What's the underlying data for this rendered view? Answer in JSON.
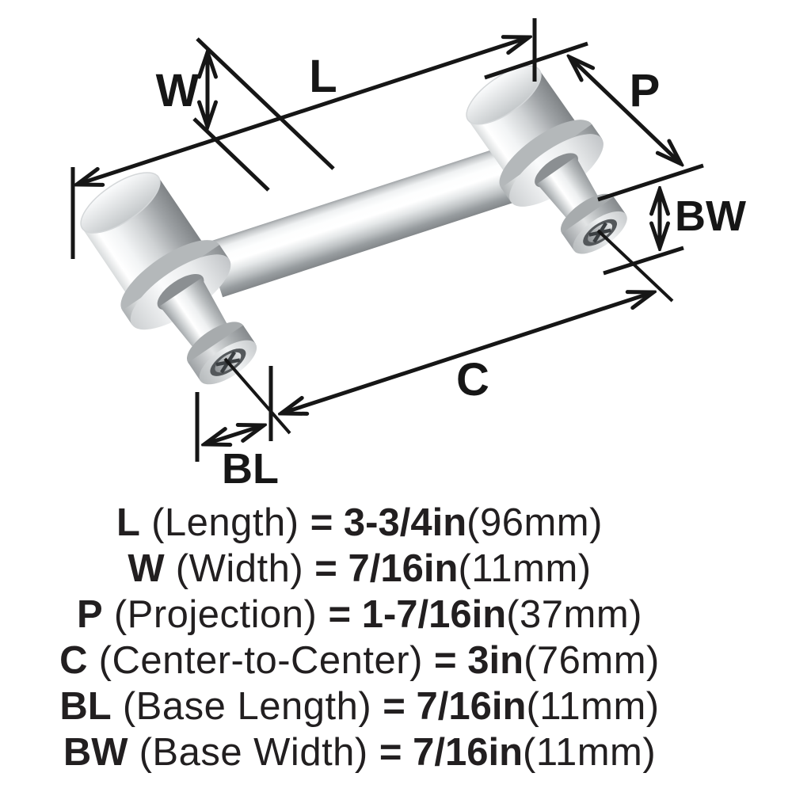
{
  "diagram": {
    "dim_labels": {
      "L": "L",
      "W": "W",
      "P": "P",
      "BW": "BW",
      "C": "C",
      "BL": "BL"
    }
  },
  "specs": [
    {
      "abbr": "L",
      "name": " (Length) ",
      "value": "= 3-3/4in",
      "metric": "(96mm)"
    },
    {
      "abbr": "W",
      "name": " (Width) ",
      "value": "= 7/16in",
      "metric": "(11mm)"
    },
    {
      "abbr": "P",
      "name": " (Projection) ",
      "value": "= 1-7/16in",
      "metric": "(37mm)"
    },
    {
      "abbr": "C",
      "name": " (Center-to-Center) ",
      "value": "= 3in",
      "metric": "(76mm)"
    },
    {
      "abbr": "BL",
      "name": " (Base Length) ",
      "value": "= 7/16in",
      "metric": "(11mm)"
    },
    {
      "abbr": "BW",
      "name": " (Base Width) ",
      "value": "= 7/16in",
      "metric": "(11mm)"
    }
  ],
  "colors": {
    "line": "#161616",
    "text": "#221f20",
    "background": "#ffffff",
    "metal_highlight": "#ffffff",
    "metal_shadow": "#83878a"
  }
}
